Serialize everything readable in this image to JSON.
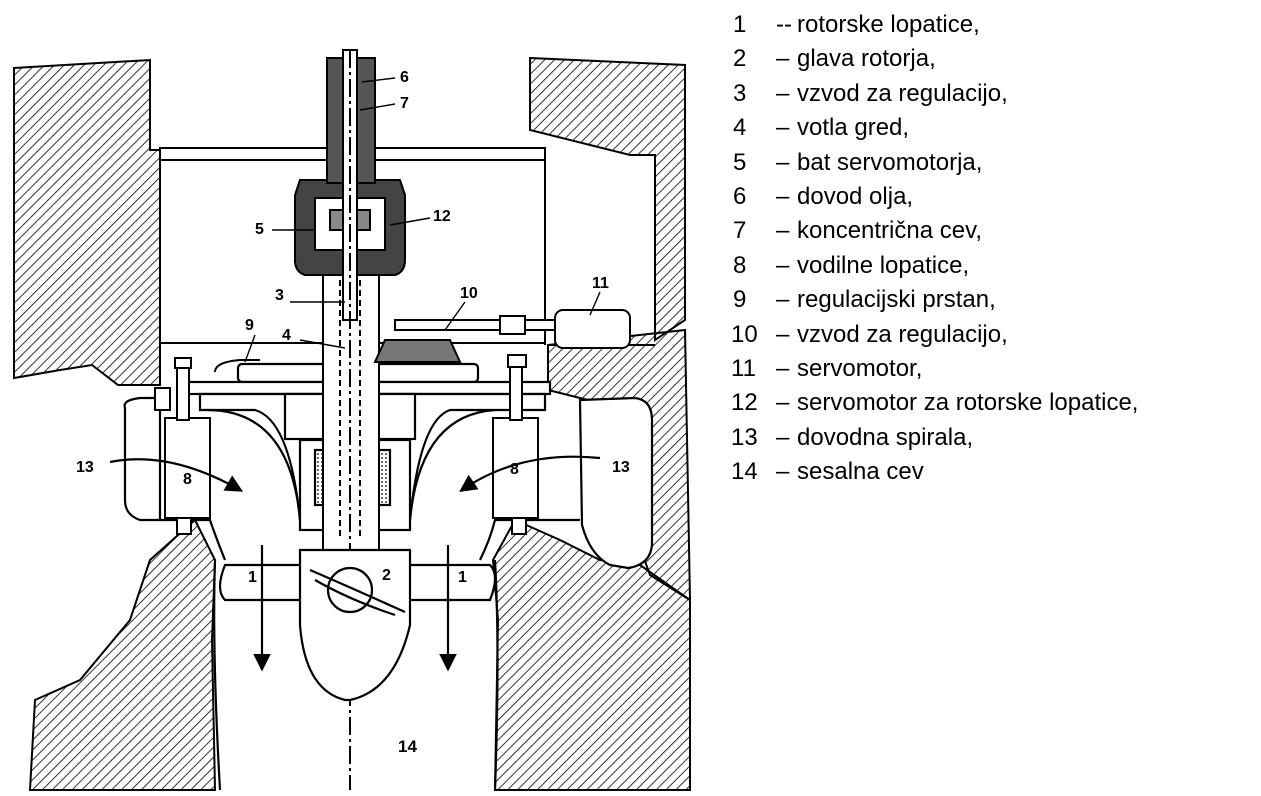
{
  "diagram": {
    "callouts": [
      {
        "id": "c6",
        "text": "6"
      },
      {
        "id": "c7",
        "text": "7"
      },
      {
        "id": "c5",
        "text": "5"
      },
      {
        "id": "c12",
        "text": "12"
      },
      {
        "id": "c3",
        "text": "3"
      },
      {
        "id": "c10",
        "text": "10"
      },
      {
        "id": "c11",
        "text": "11"
      },
      {
        "id": "c9",
        "text": "9"
      },
      {
        "id": "c4",
        "text": "4"
      },
      {
        "id": "c13l",
        "text": "13"
      },
      {
        "id": "c13r",
        "text": "13"
      },
      {
        "id": "c8l",
        "text": "8"
      },
      {
        "id": "c8r",
        "text": "8"
      },
      {
        "id": "c1l",
        "text": "1"
      },
      {
        "id": "c2",
        "text": "2"
      },
      {
        "id": "c1r",
        "text": "1"
      },
      {
        "id": "c14",
        "text": "14"
      }
    ]
  },
  "legend": {
    "items": [
      {
        "num": "1",
        "sep": "--",
        "text": "rotorske lopatice,"
      },
      {
        "num": "2",
        "sep": "–",
        "text": "glava rotorja,"
      },
      {
        "num": "3",
        "sep": "–",
        "text": "vzvod za regulacijo,"
      },
      {
        "num": "4",
        "sep": "–",
        "text": "votla gred,"
      },
      {
        "num": "5",
        "sep": "–",
        "text": "bat servomotorja,"
      },
      {
        "num": "6",
        "sep": "–",
        "text": "dovod olja,"
      },
      {
        "num": "7",
        "sep": "–",
        "text": "koncentrična cev,"
      },
      {
        "num": "8",
        "sep": "–",
        "text": "vodilne lopatice,"
      },
      {
        "num": "9",
        "sep": "–",
        "text": "regulacijski prstan,"
      },
      {
        "num": "10",
        "sep": "–",
        "text": "vzvod za regulacijo,"
      },
      {
        "num": "11",
        "sep": "–",
        "text": "servomotor,"
      },
      {
        "num": "12",
        "sep": "–",
        "text": "servomotor za rotorske lopatice,"
      },
      {
        "num": "13",
        "sep": "–",
        "text": "dovodna spirala,"
      },
      {
        "num": "14",
        "sep": "–",
        "text": "sesalna cev"
      }
    ]
  }
}
